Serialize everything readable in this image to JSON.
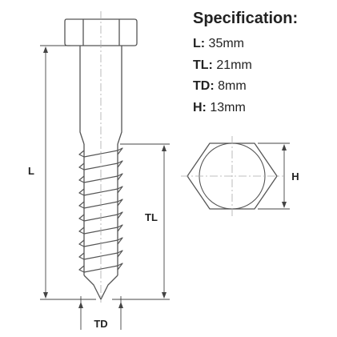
{
  "specification": {
    "title": "Specification:",
    "rows": [
      {
        "key": "L:",
        "value": " 35mm"
      },
      {
        "key": "TL:",
        "value": " 21mm"
      },
      {
        "key": "TD:",
        "value": " 8mm"
      },
      {
        "key": "H:",
        "value": " 13mm"
      }
    ]
  },
  "dimension_labels": {
    "length": "L",
    "thread_length": "TL",
    "thread_diameter": "TD",
    "head_height": "H"
  },
  "colors": {
    "outline": "#555555",
    "dimension_line": "#444444",
    "centerline": "#aaaaaa",
    "text": "#222222"
  }
}
